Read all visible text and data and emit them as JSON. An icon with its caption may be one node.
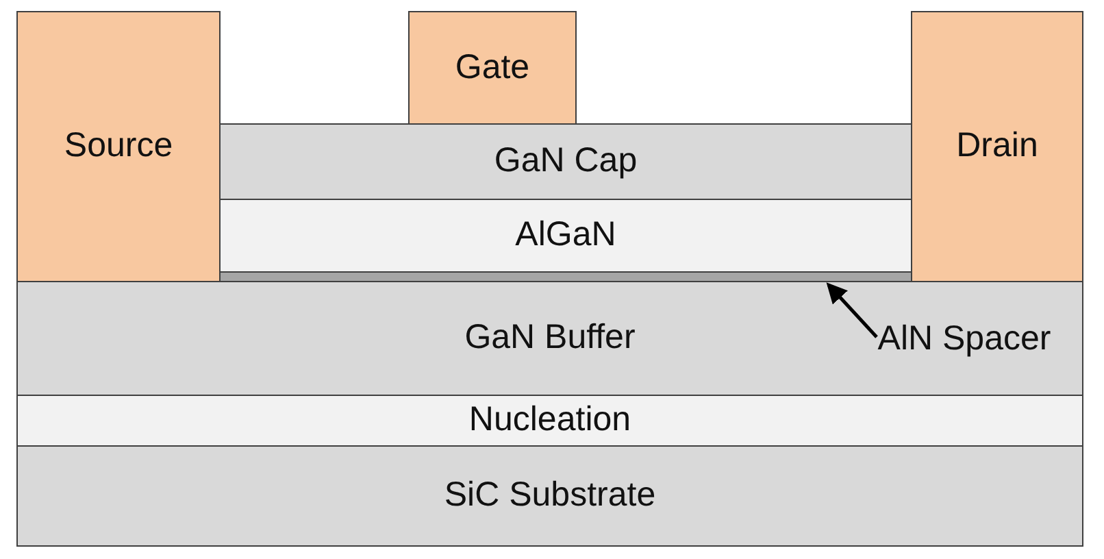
{
  "diagram": {
    "nodes": [
      {
        "text": [
          "Source"
        ]
      },
      {
        "text": [
          "Gate"
        ]
      },
      {
        "text": [
          "Drain"
        ]
      },
      {
        "text": [
          "GaN Cap"
        ]
      },
      {
        "text": [
          "AlGaN"
        ]
      },
      {
        "text": [],
        "shape": "bar"
      },
      {
        "text": [
          "GaN Buffer"
        ]
      },
      {
        "text": [
          "AlN Spacer"
        ],
        "in": 6
      },
      {
        "text": [
          "Nucleation"
        ]
      },
      {
        "text": [
          "SiC Substrate"
        ]
      }
    ],
    "edges": [
      {
        "from": 7,
        "to": 5,
        "arrow": "to"
      }
    ]
  }
}
